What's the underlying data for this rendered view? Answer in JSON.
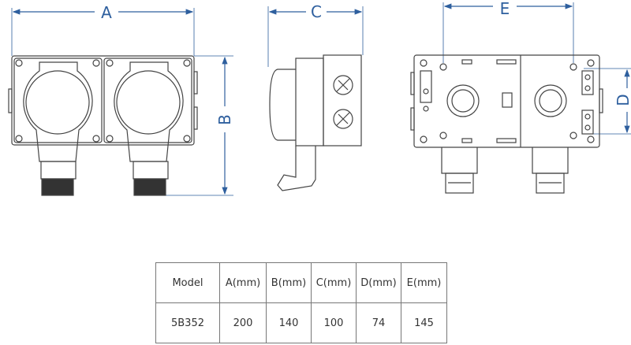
{
  "dimensions": {
    "a": "A",
    "b": "B",
    "c": "C",
    "d": "D",
    "e": "E"
  },
  "colors": {
    "dimension": "#2e5f9e",
    "outline": "#444444"
  },
  "table": {
    "headers": [
      "Model",
      "A(mm)",
      "B(mm)",
      "C(mm)",
      "D(mm)",
      "E(mm)"
    ],
    "rows": [
      [
        "5B352",
        "200",
        "140",
        "100",
        "74",
        "145"
      ]
    ]
  }
}
